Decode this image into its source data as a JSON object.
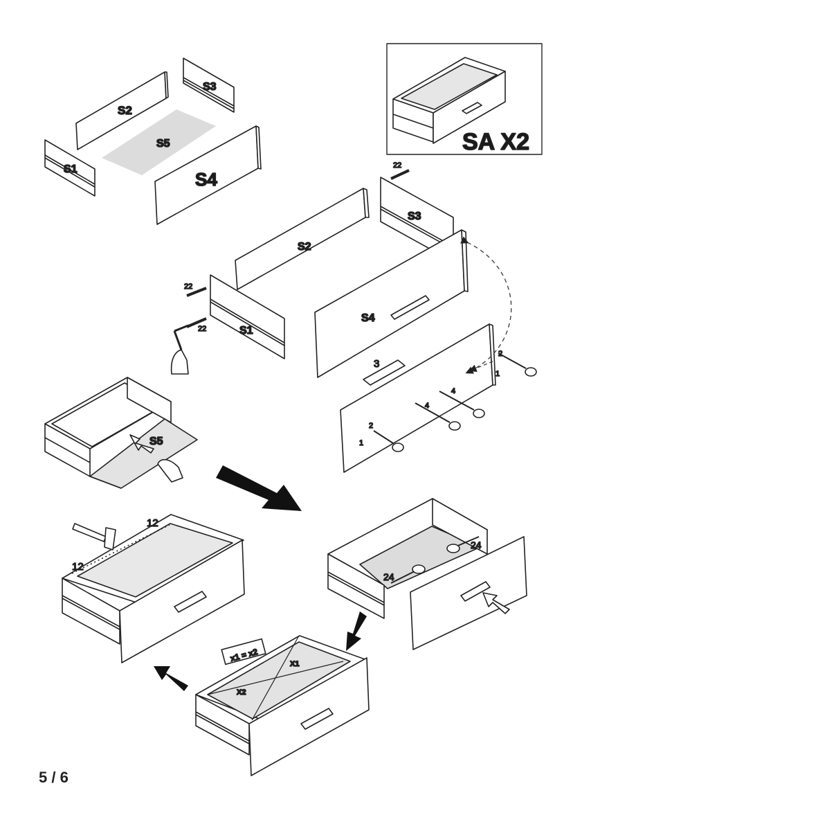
{
  "parts": {
    "s1": "S1",
    "s2": "S2",
    "s3": "S3",
    "s4": "S4",
    "s5": "S5"
  },
  "kit_label": "SA X2",
  "callouts": {
    "screw_22": "22",
    "cam_1": "1",
    "cam_2": "2",
    "handle_3": "3",
    "screw_4": "4",
    "nail_12": "12",
    "screw_24": "24"
  },
  "diagonal_check": {
    "equation": "x1 = x2",
    "d1": "X1",
    "d2": "X2"
  },
  "page_number": "5 / 6",
  "colors": {
    "ink": "#1a1a1a",
    "panel": "#ffffff",
    "bottom_panel": "#dcdcdc",
    "arrow": "#111111"
  }
}
